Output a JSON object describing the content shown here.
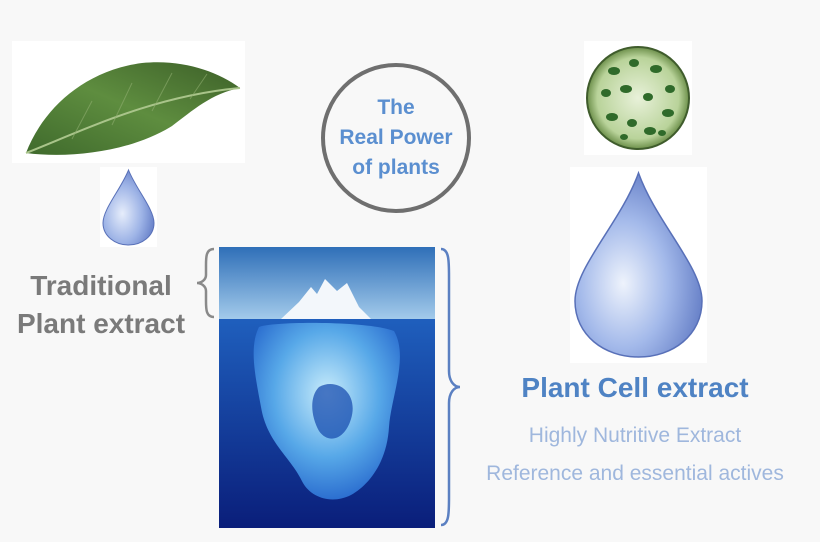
{
  "center": {
    "title_line1": "The",
    "title_line2": "Real Power",
    "title_line3": "of plants"
  },
  "left": {
    "label_line1": "Traditional",
    "label_line2": "Plant extract"
  },
  "right": {
    "title": "Plant Cell extract",
    "subtitle1": "Highly Nutritive Extract",
    "subtitle2": "Reference and essential actives"
  },
  "colors": {
    "accent_blue": "#4f83c4",
    "light_blue": "#9fb7dd",
    "gray_text": "#7a7a7a",
    "circle_border": "#6f6f6f"
  },
  "icons": [
    "leaf-image",
    "small-drop-icon",
    "iceberg-image",
    "plant-cell-image",
    "large-drop-icon",
    "left-brace",
    "right-brace"
  ]
}
